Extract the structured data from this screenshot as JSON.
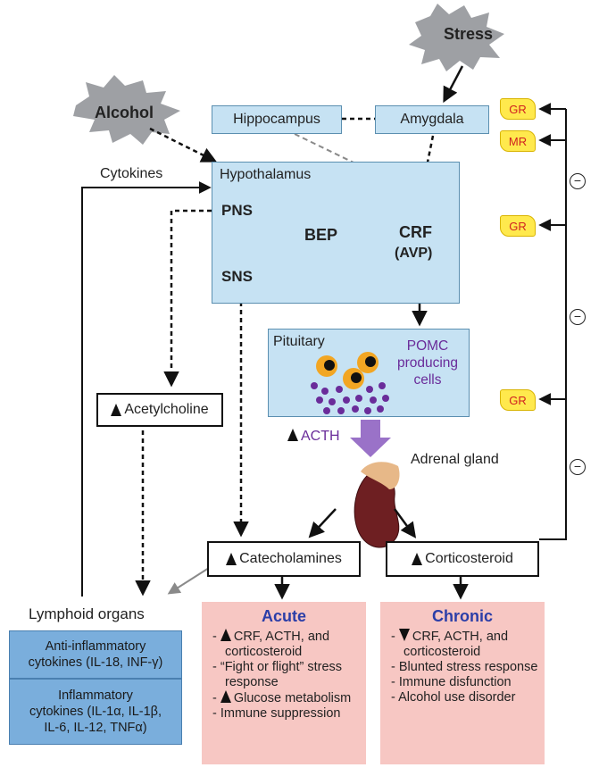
{
  "stress": "Stress",
  "alcohol": "Alcohol",
  "hippocampus": "Hippocampus",
  "amygdala": "Amygdala",
  "cytokines": "Cytokines",
  "hypothalamus": {
    "title": "Hypothalamus",
    "pns": "PNS",
    "sns": "SNS",
    "bep": "BEP",
    "crf": "CRF",
    "avp": "(AVP)"
  },
  "pituitary": {
    "title": "Pituitary",
    "pomc": [
      "POMC",
      "producing",
      "cells"
    ]
  },
  "acth": "ACTH",
  "adrenal": "Adrenal gland",
  "acetylcholine": "Acetylcholine",
  "catecholamines": "Catecholamines",
  "corticosteroid": "Corticosteroid",
  "lymphoid": "Lymphoid organs",
  "anti_inflammatory": [
    "Anti-inflammatory",
    "cytokines (IL-18, INF-γ)"
  ],
  "inflammatory": [
    "Inflammatory",
    "cytokines (IL-1α, IL-1β,",
    "IL-6, IL-12, TNFα)"
  ],
  "acute": {
    "title": "Acute",
    "items": [
      {
        "arrow": "up",
        "text": "CRF, ACTH, and corticosteroid"
      },
      {
        "arrow": "",
        "text": "“Fight or flight” stress response"
      },
      {
        "arrow": "up",
        "text": "Glucose metabolism"
      },
      {
        "arrow": "",
        "text": "Immune suppression"
      }
    ]
  },
  "chronic": {
    "title": "Chronic",
    "items": [
      {
        "arrow": "down",
        "text": "CRF, ACTH, and corticosteroid"
      },
      {
        "arrow": "",
        "text": "Blunted stress response"
      },
      {
        "arrow": "",
        "text": "Immune disfunction"
      },
      {
        "arrow": "",
        "text": "Alcohol use disorder"
      }
    ]
  },
  "receptors": [
    "GR",
    "MR",
    "GR",
    "GR"
  ],
  "feedback_sign": "−",
  "colors": {
    "blue_box": "#c6e2f3",
    "cytokine_box": "#7aaedc",
    "pink_box": "#f7c7c3",
    "title_blue": "#2b3ea8",
    "purple": "#6a2c9a",
    "tag_yellow": "#ffe94d",
    "tag_text": "#d02020",
    "burst_gray": "#9ea0a4"
  }
}
